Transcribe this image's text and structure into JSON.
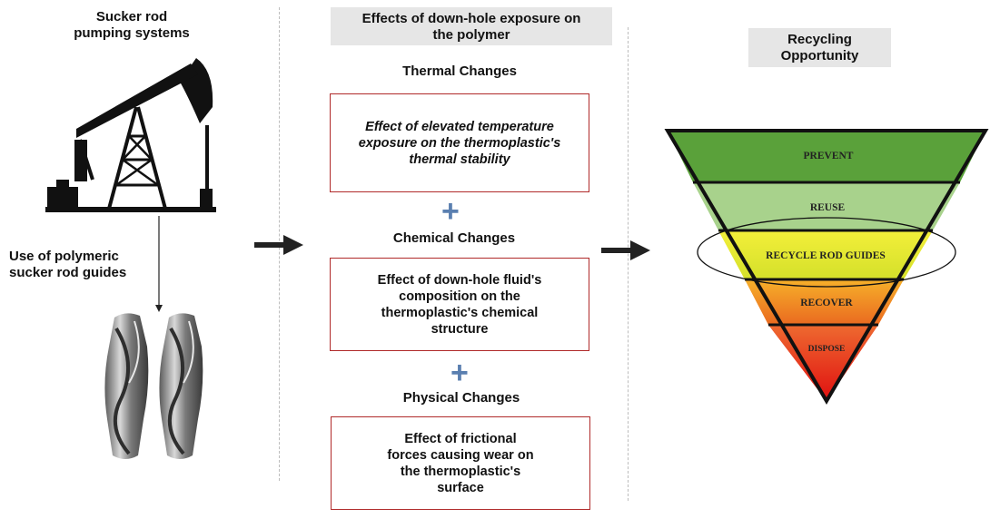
{
  "left": {
    "title": "Sucker rod\npumping systems",
    "guides_label": "Use of polymeric\nsucker rod guides"
  },
  "middle": {
    "title": "Effects of down-hole exposure on\nthe polymer",
    "sections": [
      {
        "title": "Thermal Changes",
        "text": "Effect of elevated temperature exposure on the thermoplastic's thermal stability"
      },
      {
        "title": "Chemical Changes",
        "text": "Effect of down-hole fluid's composition on the thermoplastic's chemical structure"
      },
      {
        "title": "Physical Changes",
        "text": "Effect of frictional forces causing wear on the thermoplastic's surface"
      }
    ],
    "plus_symbol": "+"
  },
  "right": {
    "title": "Recycling\nOpportunity",
    "tiers": [
      {
        "label": "PREVENT",
        "color": "#5aa13a"
      },
      {
        "label": "REUSE",
        "color": "#a8d28c"
      },
      {
        "label": "RECYCLE ROD GUIDES",
        "color": "#e7e52a"
      },
      {
        "label": "RECOVER",
        "color": "#f08f2a"
      },
      {
        "label": "DISPOSE",
        "color": "#ea2020"
      }
    ]
  },
  "colors": {
    "box_border": "#b02a2a",
    "plus": "#5a7fb0",
    "header_bg": "#e6e6e6"
  }
}
